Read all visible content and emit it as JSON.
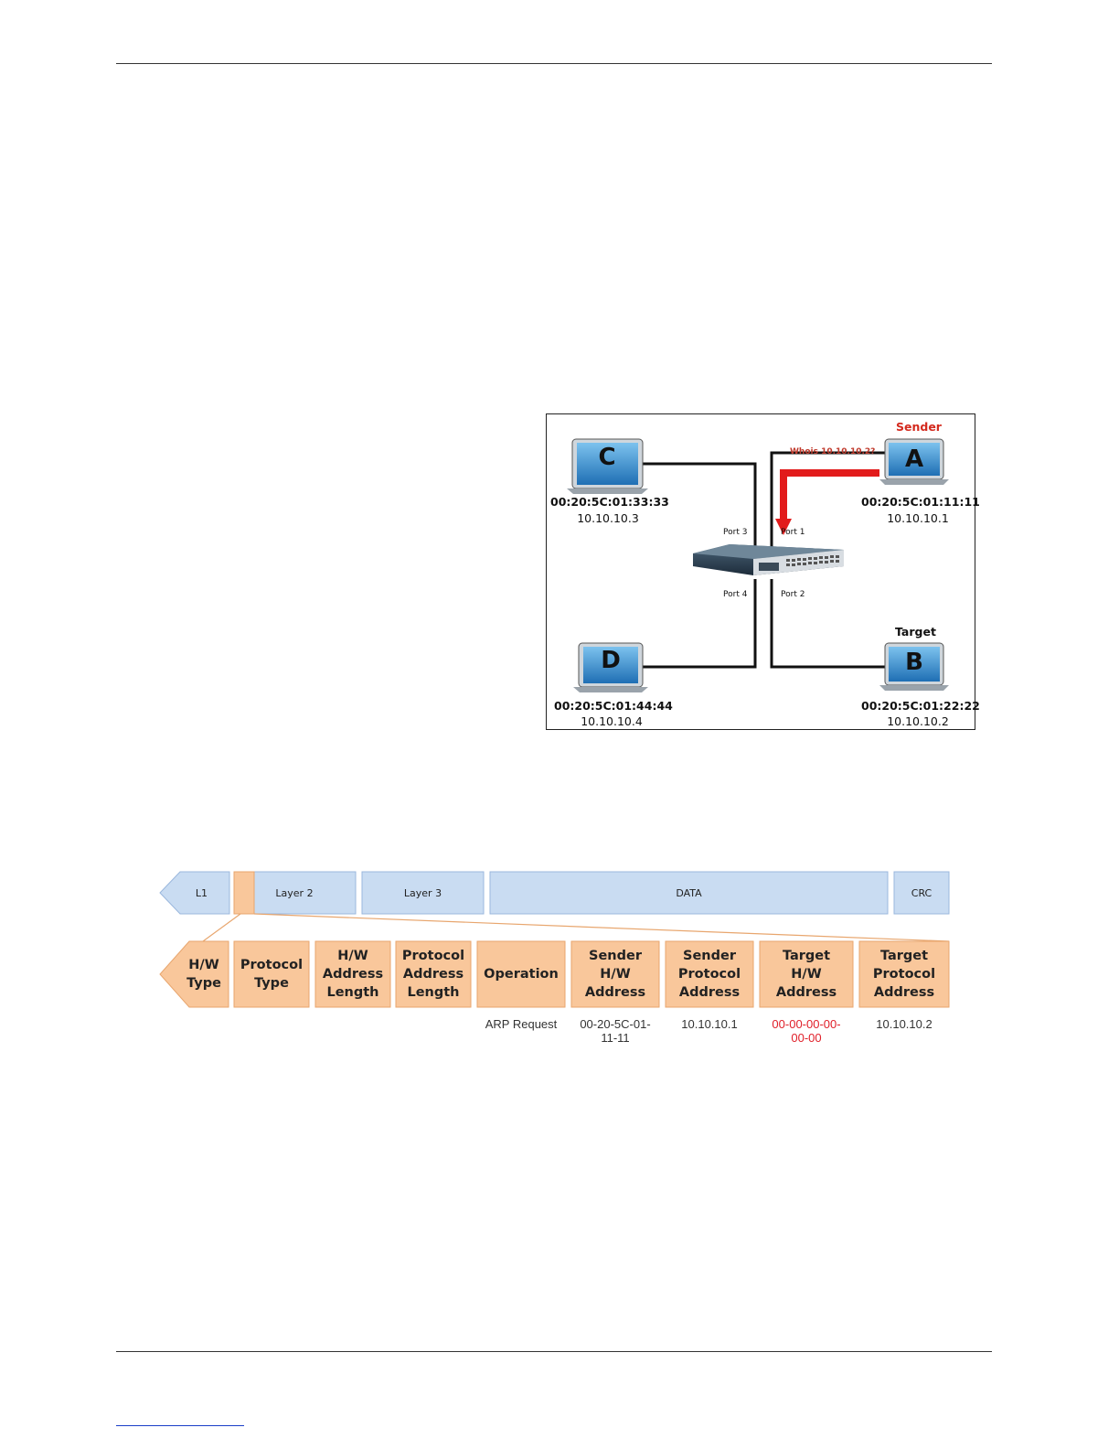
{
  "network": {
    "sender_label": "Sender",
    "target_label": "Target",
    "whois": "Whois 10.10.10.2?",
    "colors": {
      "arrow": "#e21b1b",
      "sender_label": "#d42a1e",
      "screen": "#2a86c8"
    },
    "ports": [
      "Port 3",
      "Port 1",
      "Port 4",
      "Port 2"
    ],
    "pcs": [
      {
        "letter": "C",
        "mac": "00:20:5C:01:33:33",
        "ip": "10.10.10.3"
      },
      {
        "letter": "A",
        "mac": "00:20:5C:01:11:11",
        "ip": "10.10.10.1"
      },
      {
        "letter": "D",
        "mac": "00:20:5C:01:44:44",
        "ip": "10.10.10.4"
      },
      {
        "letter": "B",
        "mac": "00:20:5C:01:22:22",
        "ip": "10.10.10.2"
      }
    ]
  },
  "frame": {
    "colors": {
      "top_fill": "#c9dcf2",
      "top_stroke": "#9ab7dd",
      "field_fill": "#f9c79b",
      "field_stroke": "#e8a66e",
      "red_value": "#e0202a"
    },
    "top_blocks": [
      "L1",
      "Layer 2",
      "Layer 3",
      "DATA",
      "CRC"
    ],
    "fields": [
      {
        "line1": "H/W",
        "line2": "Type",
        "line3": ""
      },
      {
        "line1": "Protocol",
        "line2": "Type",
        "line3": ""
      },
      {
        "line1": "H/W",
        "line2": "Address",
        "line3": "Length"
      },
      {
        "line1": "Protocol",
        "line2": "Address",
        "line3": "Length"
      },
      {
        "line1": "Operation",
        "line2": "",
        "line3": ""
      },
      {
        "line1": "Sender",
        "line2": "H/W",
        "line3": "Address"
      },
      {
        "line1": "Sender",
        "line2": "Protocol",
        "line3": "Address"
      },
      {
        "line1": "Target",
        "line2": "H/W",
        "line3": "Address"
      },
      {
        "line1": "Target",
        "line2": "Protocol",
        "line3": "Address"
      }
    ],
    "values": [
      {
        "line1": "ARP Request",
        "line2": ""
      },
      {
        "line1": "00-20-5C-01-",
        "line2": "11-11"
      },
      {
        "line1": "10.10.10.1",
        "line2": ""
      },
      {
        "line1": "00-00-00-00-",
        "line2": "00-00"
      },
      {
        "line1": "10.10.10.2",
        "line2": ""
      }
    ]
  }
}
